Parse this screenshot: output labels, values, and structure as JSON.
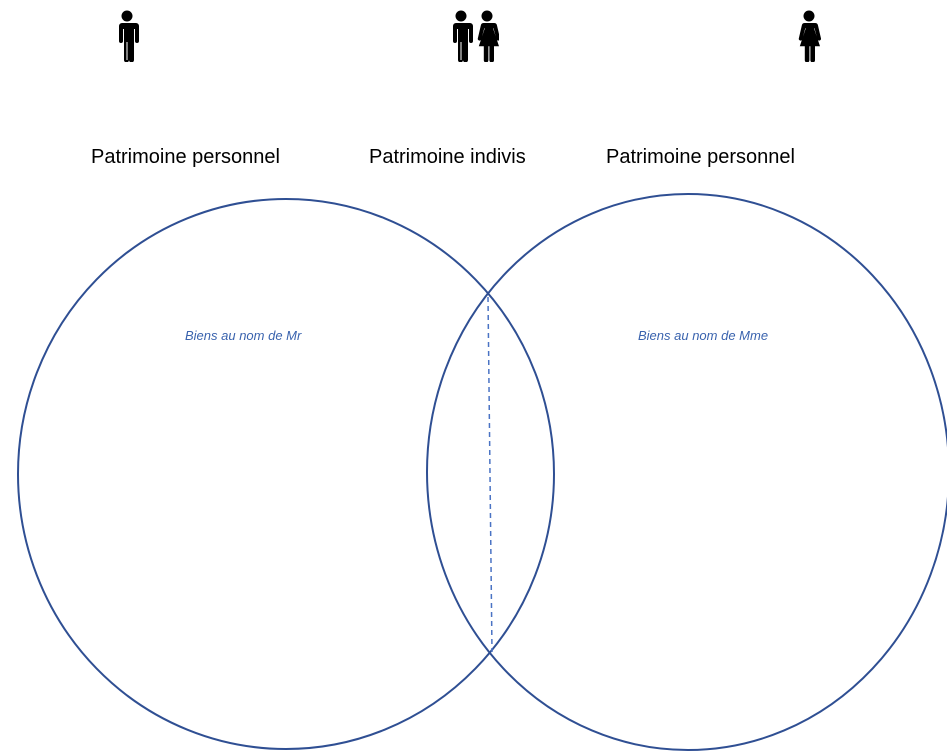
{
  "icons": {
    "left": "man-icon",
    "center": "couple-icon",
    "right": "woman-icon"
  },
  "labels": {
    "left": "Patrimoine personnel",
    "center": "Patrimoine indivis",
    "right": "Patrimoine personnel"
  },
  "notes": {
    "left": "Biens au nom de Mr",
    "right": "Biens au nom de Mme"
  },
  "colors": {
    "circle_stroke": "#2F4F93",
    "note_text": "#3A63AE",
    "icon_fill": "#000000",
    "divider": "#4A73C4"
  }
}
